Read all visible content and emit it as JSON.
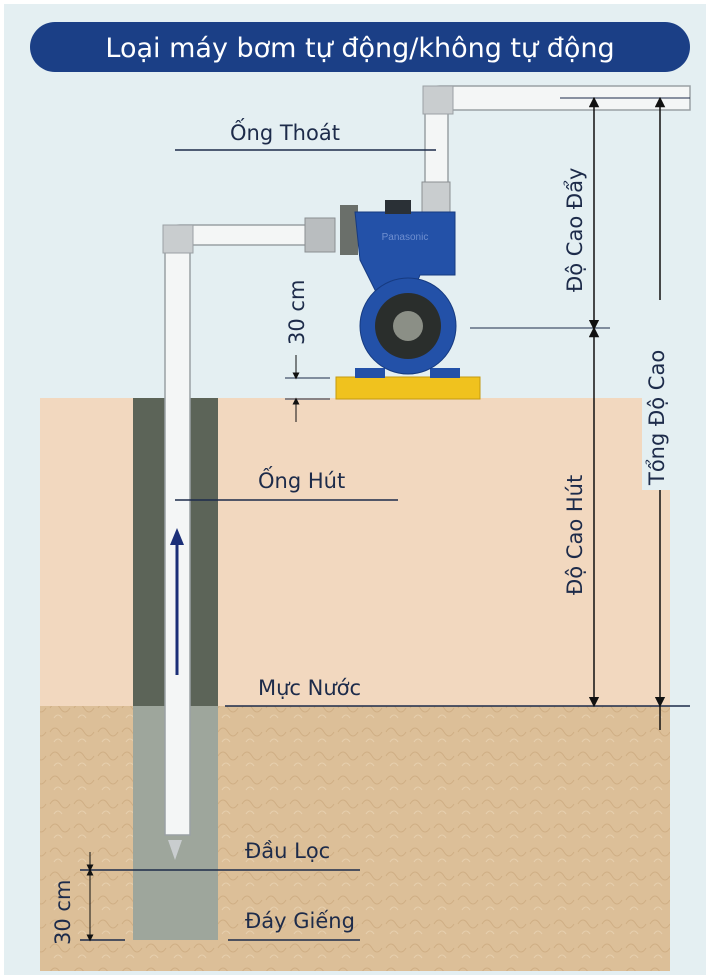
{
  "title": "Loại máy bơm tự động/không tự động",
  "labels": {
    "outlet_pipe": "Ống Thoát",
    "suction_pipe": "Ống Hút",
    "water_level": "Mực Nước",
    "filter_head": "Đầu Lọc",
    "well_bottom": "Đáy Giếng",
    "pump_clearance": "30 cm",
    "filter_clearance": "30 cm",
    "discharge_height": "Độ Cao Đẩy",
    "suction_height": "Độ Cao Hút",
    "total_height": "Tổng Độ Cao"
  },
  "pump_brand": "Panasonic",
  "colors": {
    "title_bg": "#1b3f86",
    "sky": "#e4eff2",
    "soil": "#f2d8bf",
    "wet_soil": "#dcbf98",
    "casing": "#5c6458",
    "casing_water": "#9ea69c",
    "pump": "#2351a8",
    "base": "#f0c21e",
    "arrow": "#1b2f78"
  }
}
